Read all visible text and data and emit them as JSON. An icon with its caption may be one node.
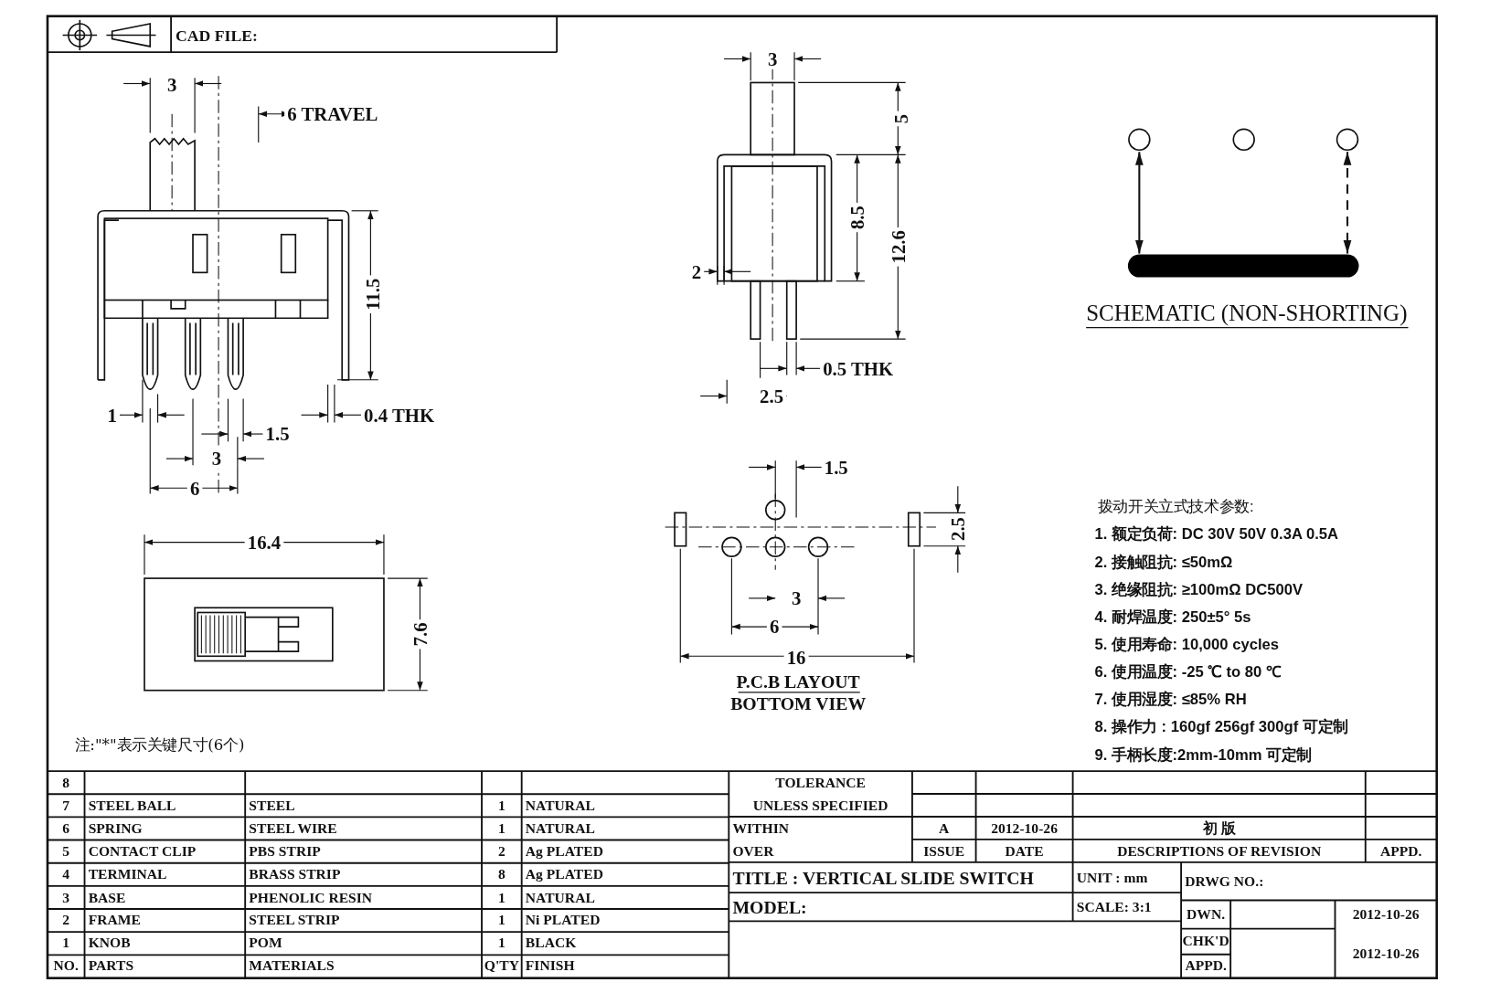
{
  "diagram": {
    "nodes": [
      {
        "text": [],
        "shape": "circle"
      },
      {
        "text": [],
        "shape": "circle"
      },
      {
        "text": [],
        "shape": "circle"
      },
      {
        "text": [],
        "shape": "bar"
      }
    ],
    "edges": [
      {
        "from": 0,
        "to": 3,
        "arrow": "both"
      },
      {
        "from": 2,
        "to": 3,
        "arrow": "both",
        "style": "dashed"
      }
    ],
    "labels": [
      "CAD FILE:",
      "3",
      "6 TRAVEL",
      "11.5",
      "1",
      "0.4 THK",
      "1.5",
      "3",
      "6",
      "16.4",
      "7.6",
      "注:\"*\"表示关键尺寸(6个)",
      "3",
      "5",
      "8.5",
      "12.6",
      "2",
      "0.5 THK",
      "2.5",
      "1.5",
      "2.5",
      "3",
      "6",
      "16",
      "P.C.B LAYOUT",
      "BOTTOM VIEW",
      "SCHEMATIC (NON-SHORTING)",
      "拨动开关立式技术参数:",
      "1. 额定负荷: DC 30V 50V 0.3A 0.5A",
      "2. 接触阻抗: ≤50mΩ",
      "3. 绝缘阻抗: ≥100mΩ DC500V",
      "4. 耐焊温度: 250±5° 5s",
      "5. 使用寿命: 10,000 cycles",
      "6. 使用温度: -25 ℃ to 80 ℃",
      "7. 使用湿度: ≤85% RH",
      "8. 操作力 : 160gf 256gf 300gf 可定制",
      "9. 手柄长度:2mm-10mm 可定制",
      "8",
      "TOLERANCE",
      "7",
      "STEEL BALL",
      "STEEL",
      "1",
      "NATURAL",
      "UNLESS SPECIFIED",
      "6",
      "SPRING",
      "STEEL WIRE",
      "1",
      "NATURAL",
      "WITHIN",
      "A",
      "2012-10-26",
      "初 版",
      "5",
      "CONTACT CLIP",
      "PBS STRIP",
      "2",
      "Ag PLATED",
      "OVER",
      "ISSUE",
      "DATE",
      "DESCRIPTIONS OF REVISION",
      "APPD.",
      "4",
      "TERMINAL",
      "BRASS STRIP",
      "8",
      "Ag PLATED",
      "TITLE : VERTICAL SLIDE SWITCH",
      "UNIT : mm",
      "DRWG NO.:",
      "3",
      "BASE",
      "PHENOLIC RESIN",
      "1",
      "NATURAL",
      "MODEL:",
      "SCALE: 3:1",
      "2",
      "FRAME",
      "STEEL STRIP",
      "1",
      "Ni PLATED",
      "DWN.",
      "2012-10-26",
      "1",
      "KNOB",
      "POM",
      "1",
      "BLACK",
      "CHK'D",
      "2012-10-26",
      "NO.",
      "PARTS",
      "MATERIALS",
      "Q'TY",
      "FINISH",
      "APPD."
    ]
  }
}
